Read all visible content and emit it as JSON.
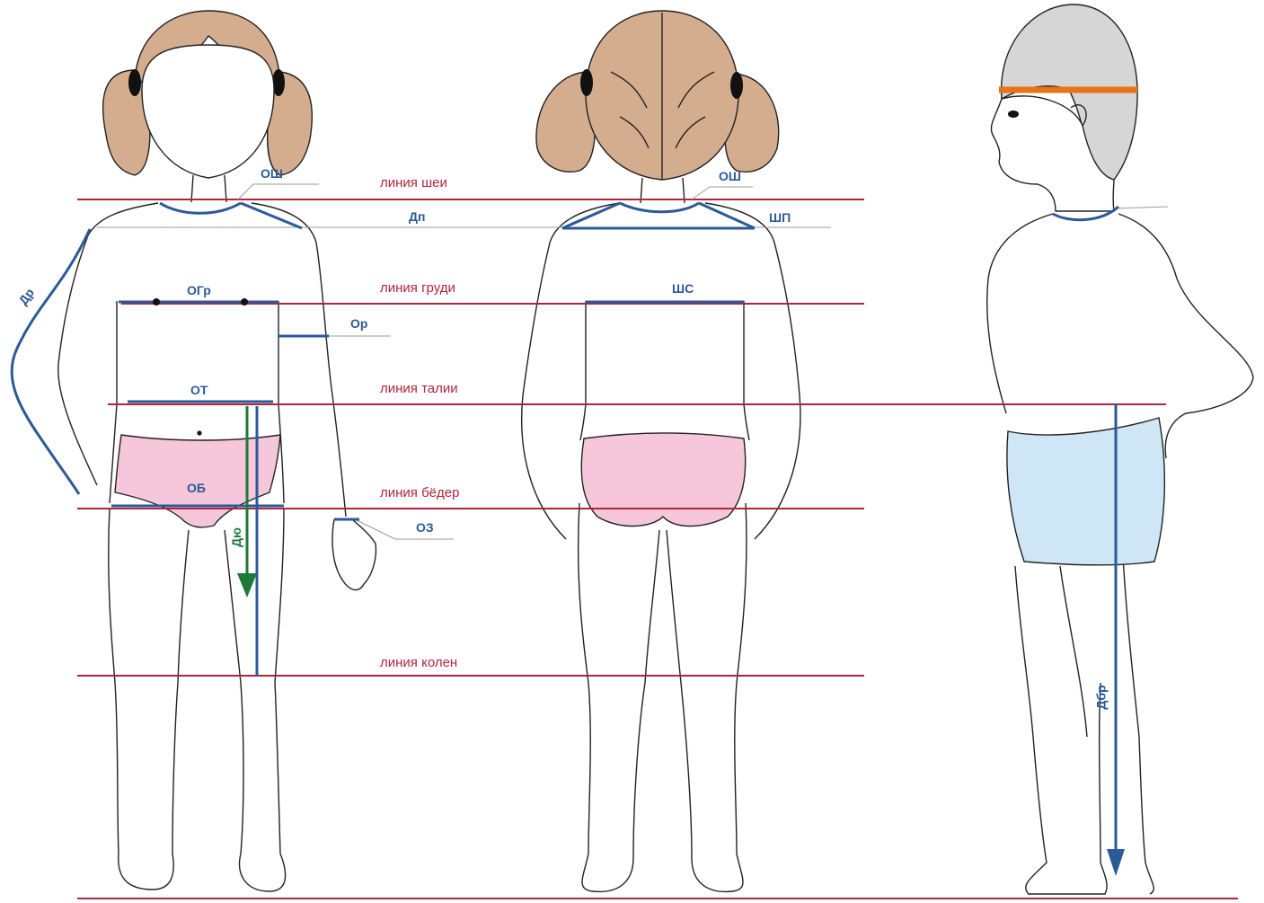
{
  "lines": {
    "neck": "линия шеи",
    "chest": "линия груди",
    "waist": "линия талии",
    "hips": "линия бёдер",
    "knees": "линия колен"
  },
  "measurements": {
    "osh_front": "ОШ",
    "osh_back": "ОШ",
    "dp": "Дп",
    "shp": "ШП",
    "ogr": "ОГр",
    "shs": "ШС",
    "or": "Ор",
    "ot": "ОТ",
    "ob": "ОБ",
    "oz": "ОЗ",
    "dyu": "Дю",
    "dr": "Др",
    "dbr": "Дбр"
  },
  "colors": {
    "reference_line": "#b0243e",
    "measure_line": "#2b5a9a",
    "length_arrow_green": "#1f7a3a",
    "head_band": "#e8731a",
    "hair": "#d4ad8e",
    "briefs": "#f6c6da",
    "shorts": "#cfe6f7",
    "cap": "#d6d6d6"
  }
}
